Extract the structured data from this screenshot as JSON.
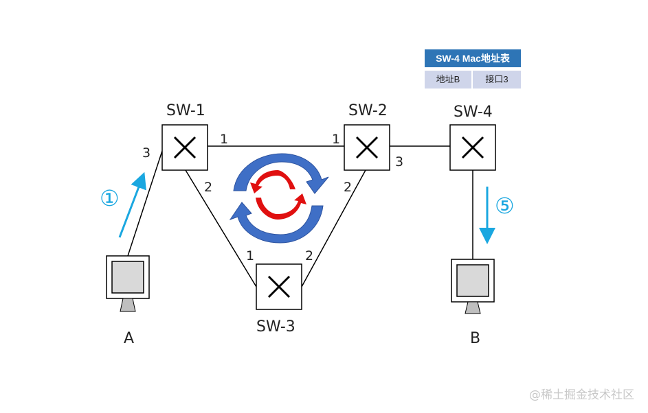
{
  "switches": {
    "sw1": "SW-1",
    "sw2": "SW-2",
    "sw3": "SW-3",
    "sw4": "SW-4"
  },
  "hosts": {
    "a": "A",
    "b": "B"
  },
  "ports": {
    "sw1_left": "3",
    "sw1_right": "1",
    "sw1_bottom": "2",
    "sw2_left": "1",
    "sw2_right": "3",
    "sw2_bottom": "2",
    "sw3_left": "1",
    "sw3_right": "2"
  },
  "steps": {
    "step1": "①",
    "step5": "⑤"
  },
  "mac_table": {
    "title": "SW-4 Mac地址表",
    "address": "地址B",
    "interface": "接口3"
  },
  "watermark": "@稀土掘金技术社区",
  "colors": {
    "step_arrow": "#1aa7e0",
    "table_header": "#2e75b6",
    "table_cell": "#cfd5ea",
    "loop_outer": "#3f6fc6",
    "loop_inner": "#e01010"
  }
}
